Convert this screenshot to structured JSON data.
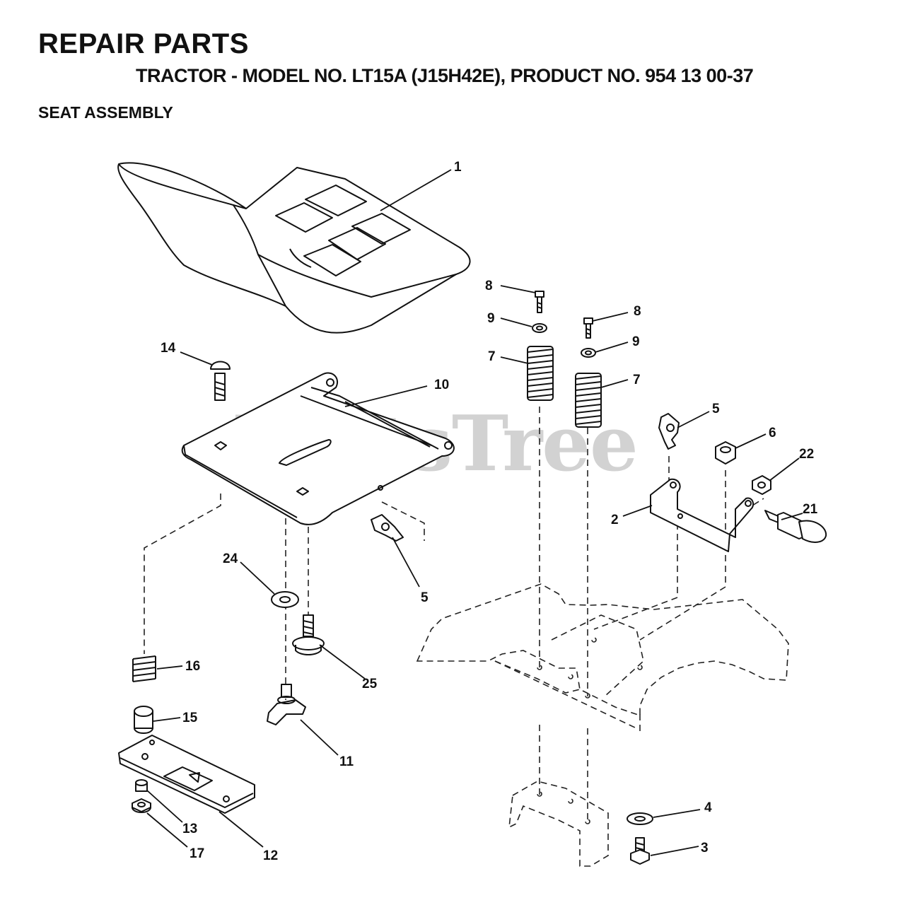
{
  "header": {
    "title": "REPAIR PARTS",
    "subtitle": "TRACTOR - MODEL NO. LT15A (J15H42E), PRODUCT NO. 954 13 00-37",
    "section": "SEAT ASSEMBLY"
  },
  "watermark": "PartsTree",
  "callouts": {
    "c1": "1",
    "c2": "2",
    "c3": "3",
    "c4": "4",
    "c5a": "5",
    "c5b": "5",
    "c6": "6",
    "c7a": "7",
    "c7b": "7",
    "c8a": "8",
    "c8b": "8",
    "c9a": "9",
    "c9b": "9",
    "c10": "10",
    "c11": "11",
    "c12": "12",
    "c13": "13",
    "c14": "14",
    "c15": "15",
    "c16": "16",
    "c17": "17",
    "c21": "21",
    "c22": "22",
    "c24": "24",
    "c25": "25"
  }
}
